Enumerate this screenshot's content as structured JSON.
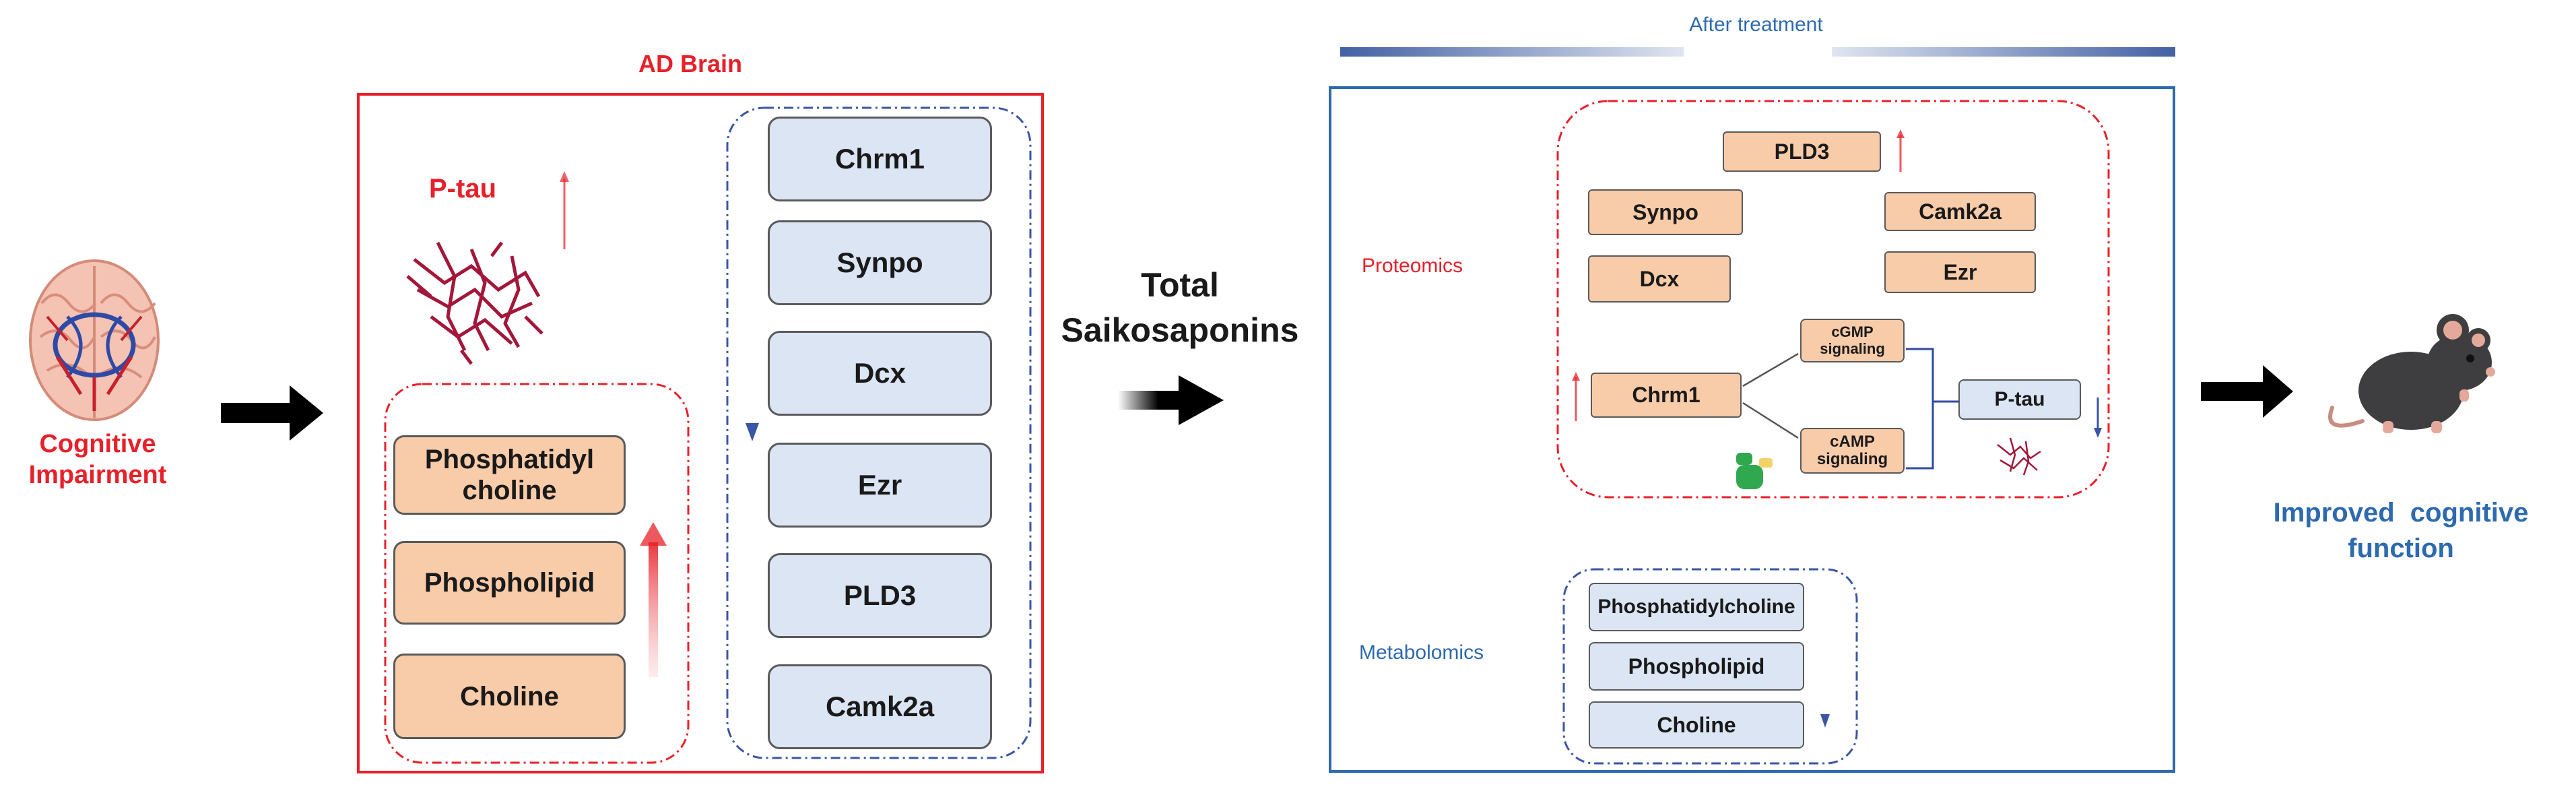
{
  "left": {
    "label": "Cognitive Impairment",
    "label_color": "#e8202a"
  },
  "ad_brain": {
    "title": "AD Brain",
    "ptau_label": "P-tau",
    "lipids": [
      "Phosphatidyl choline",
      "Phospholipid",
      "Choline"
    ],
    "proteins": [
      "Chrm1",
      "Synpo",
      "Dcx",
      "Ezr",
      "PLD3",
      "Camk2a"
    ]
  },
  "treatment": {
    "label": "Total Saikosaponins"
  },
  "after": {
    "title": "After treatment",
    "proteomics_label": "Proteomics",
    "metabolomics_label": "Metabolomics",
    "proteins": {
      "pld3": "PLD3",
      "synpo": "Synpo",
      "camk2a": "Camk2a",
      "dcx": "Dcx",
      "ezr": "Ezr",
      "chrm1": "Chrm1",
      "cgmp": "cGMP signaling",
      "camp": "cAMP signaling",
      "ptau": "P-tau"
    },
    "metabolites": [
      "Phosphatidylcholine",
      "Phospholipid",
      "Choline"
    ]
  },
  "right": {
    "label": "Improved cognitive function",
    "label_color": "#2e6aae"
  },
  "colors": {
    "red": "#e8202a",
    "blue": "#2e6aae",
    "box_blue": "#dbe5f3",
    "box_orange": "#f8cba9"
  }
}
